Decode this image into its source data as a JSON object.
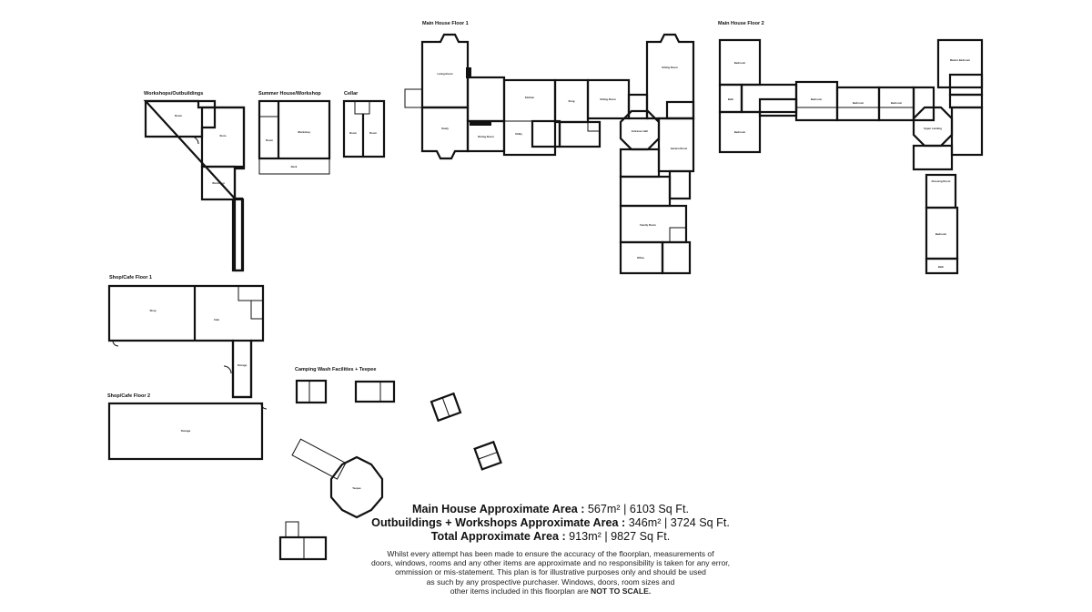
{
  "sections": {
    "workshops": "Workshops/Outbuildings",
    "summer_house": "Summer House/Workshop",
    "cellar": "Cellar",
    "main_floor1": "Main House Floor 1",
    "main_floor2": "Main House Floor 2",
    "shop_floor1": "Shop/Cafe Floor 1",
    "shop_floor2": "Shop/Cafe Floor 2",
    "camping": "Camping Wash Facilities + Teepee"
  },
  "rooms": {
    "living_room": "Living Room",
    "dining_room": "Dining Room",
    "sitting_room": "Sitting Room",
    "kitchen": "Kitchen",
    "snug": "Snug",
    "utility": "Utility",
    "study": "Study",
    "entrance_hall": "Entrance Hall",
    "family_room": "Family Room",
    "office": "Office",
    "garden_room": "Garden Room",
    "bedroom": "Bedroom",
    "master_bedroom": "Master Bedroom",
    "bath": "Bath",
    "dressing_room": "Dressing Room",
    "upper_landing": "Upper Landing",
    "shop": "Shop",
    "cafe": "Cafe",
    "storage": "Storage",
    "store": "Store",
    "workshop": "Workshop",
    "room": "Room",
    "teepee": "Teepee",
    "deck": "Deck"
  },
  "areas": {
    "main_label": "Main House Approximate Area :",
    "main_value": "567m² | 6103 Sq Ft.",
    "out_label": "Outbuildings + Workshops Approximate Area :",
    "out_value": "346m² | 3724 Sq Ft.",
    "total_label": "Total Approximate Area :",
    "total_value": "913m² | 9827 Sq Ft."
  },
  "disclaimer": {
    "line1": "Whilst every attempt has been made to ensure the accuracy of the floorplan, measurements of",
    "line2": "doors, windows, rooms and any other items are approximate and no responsibility is taken for any error,",
    "line3": "ommission or mis-statement. This plan is for illustrative purposes only and should be used",
    "line4": "as such by any prospective purchaser. Windows, doors, room sizes and",
    "line5_pre": "other items included in this floorplan are",
    "line5_bold": "NOT TO SCALE."
  }
}
